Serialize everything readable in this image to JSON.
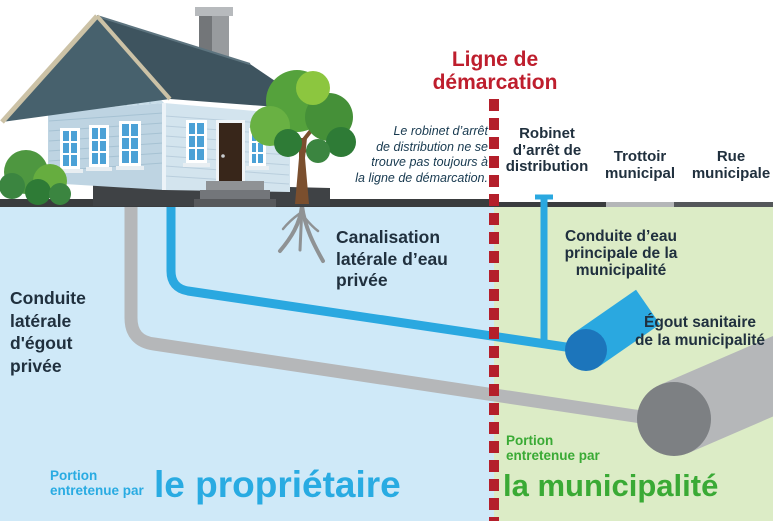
{
  "title": "Ligne de\ndémarcation",
  "note": "Le robinet d’arrêt\nde distribution ne se\ntrouve pas toujours à\nla ligne de démarcation.",
  "surface_labels": {
    "robinet": "Robinet\nd’arrêt de\ndistribution",
    "trottoir": "Trottoir\nmunicipal",
    "rue": "Rue\nmunicipale"
  },
  "underground_labels": {
    "water_lateral": "Canalisation\nlatérale d’eau\nprivée",
    "sewer_lateral": "Conduite\nlatérale\nd'égout\nprivée",
    "water_main": "Conduite d’eau\nprincipale de la\nmunicipalité",
    "sewer_main": "Égout sanitaire\nde la municipalité"
  },
  "owner_zone": {
    "small": "Portion\nentretenue par",
    "big": "le propriétaire"
  },
  "municipality_zone": {
    "small": "Portion\nentretenue par",
    "big": "la municipalité"
  },
  "colors": {
    "demarcation_red": "#b41f2b",
    "title_red": "#be1e2d",
    "owner_blue": "#29abe2",
    "municipality_green": "#3aaa35",
    "water_pipe_blue": "#2aa8e0",
    "water_pipe_cap_blue": "#1c75bb",
    "sewer_pipe_gray": "#b5b7b9",
    "sewer_pipe_cap_gray": "#7d8083",
    "soil_owner_side": "#cfe9f8",
    "soil_municipality_side": "#dcecc6",
    "ground_dark": "#3a3c3e",
    "sidewalk_gray": "#b4b6b8",
    "road_gray": "#54575a"
  }
}
